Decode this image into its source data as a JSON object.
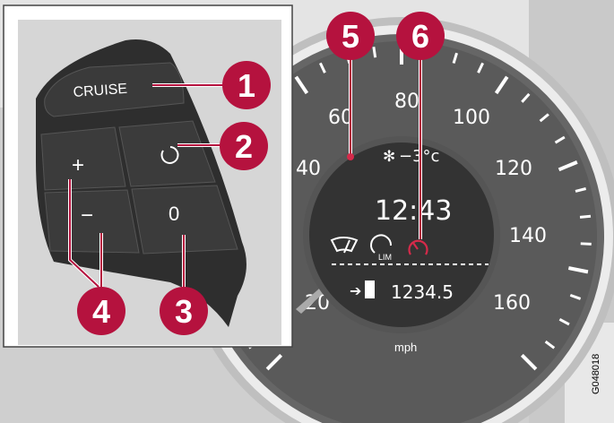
{
  "colors": {
    "callout": "#b5123e",
    "display_bg": "#333333",
    "panel_bg": "#d4d4d4",
    "alert": "#d42a4a"
  },
  "control_panel": {
    "cruise_label": "CRUISE",
    "plus_label": "+",
    "minus_label": "−",
    "zero_label": "0",
    "resume_icon": "resume-arrow-icon"
  },
  "callouts": [
    "1",
    "2",
    "3",
    "4",
    "5",
    "6"
  ],
  "speedometer": {
    "scale": [
      "20",
      "40",
      "60",
      "80",
      "100",
      "120",
      "140",
      "160"
    ],
    "unit": "mph"
  },
  "display": {
    "temperature": "−3°c",
    "clock": "12:43",
    "range": "1234.5",
    "lim_label": "LIM",
    "icons": [
      "snowflake-icon",
      "wiper-washer-icon",
      "speed-limiter-icon",
      "cruise-control-icon",
      "fuel-pump-icon"
    ]
  },
  "figure_id": "G048018"
}
